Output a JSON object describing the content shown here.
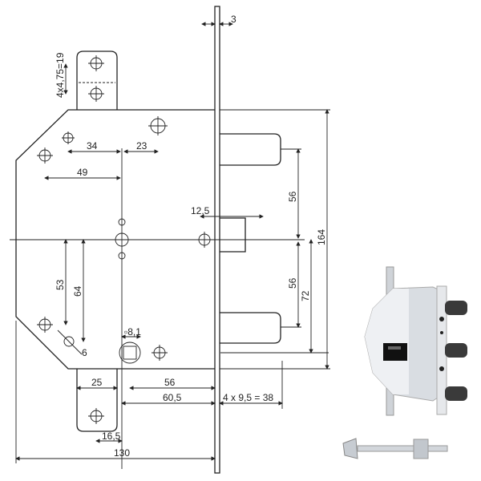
{
  "drawing": {
    "dimensions": {
      "faceplate_thickness": "3",
      "hole_spacing": "4x4,75=19",
      "top_left_34": "34",
      "top_right_23": "23",
      "left_49": "49",
      "latch_12_5": "12,5",
      "upper_bolt_56": "56",
      "lower_bolt_56": "56",
      "total_height_164": "164",
      "height_72": "72",
      "height_53": "53",
      "height_64": "64",
      "hole_6": "6",
      "square_8_1": "▫8,1",
      "tab_width_25": "25",
      "spindle_56": "56",
      "backset_60_5": "60,5",
      "bolt_throw": "4 x 9,5 = 38",
      "tab_offset_16_5": "16,5",
      "total_width_130": "130"
    }
  },
  "colors": {
    "line": "#222222",
    "metal": "#d9dde2",
    "bolt": "#3a3a3a"
  }
}
